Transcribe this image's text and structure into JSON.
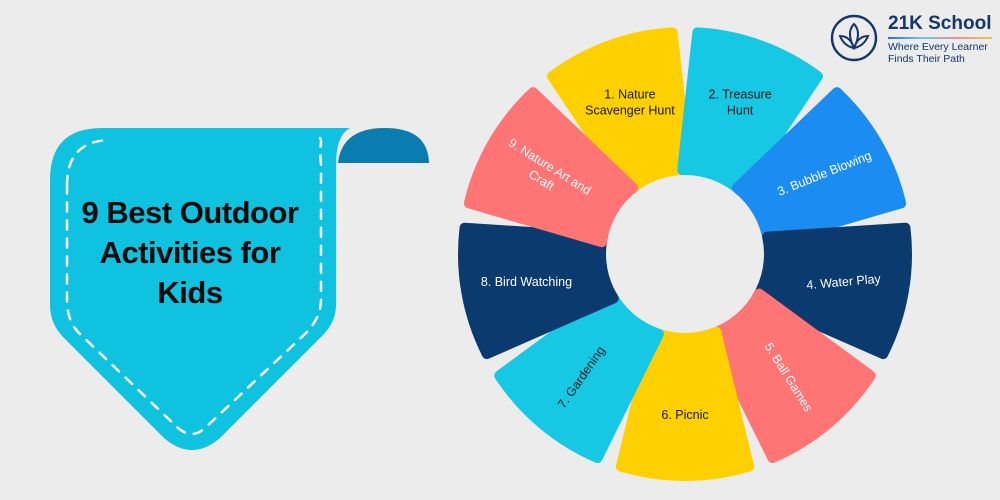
{
  "title": {
    "lines": [
      "9 Best Outdoor",
      "Activities for",
      "Kids"
    ]
  },
  "logo": {
    "name": "21K School",
    "tagline_lines": [
      "Where Every Learner",
      "Finds Their Path"
    ]
  },
  "colors": {
    "background": "#ececec",
    "banner": "#0fc2e0",
    "banner_flap": "#0a7cb0",
    "yellow": "#ffd000",
    "cyan": "#16c8e4",
    "blue": "#1a8cf2",
    "navy": "#0b3a6e",
    "coral": "#ff7474",
    "brand": "#15366a"
  },
  "activities": [
    {
      "label_lines": [
        "1. Nature",
        "Scavenger Hunt"
      ],
      "color": "#ffd000",
      "text_color": "#1a1a1a"
    },
    {
      "label_lines": [
        "2. Treasure",
        "Hunt"
      ],
      "color": "#16c8e4",
      "text_color": "#1a1a1a"
    },
    {
      "label_lines": [
        "3. Bubble Blowing"
      ],
      "color": "#1a8cf2",
      "text_color": "#ffffff"
    },
    {
      "label_lines": [
        "4. Water Play"
      ],
      "color": "#0b3a6e",
      "text_color": "#ffffff"
    },
    {
      "label_lines": [
        "5. Ball Games"
      ],
      "color": "#ff7474",
      "text_color": "#ffffff"
    },
    {
      "label_lines": [
        "6. Picnic"
      ],
      "color": "#ffd000",
      "text_color": "#1a1a1a"
    },
    {
      "label_lines": [
        "7. Gardening"
      ],
      "color": "#16c8e4",
      "text_color": "#1a1a1a"
    },
    {
      "label_lines": [
        "8. Bird Watching"
      ],
      "color": "#0b3a6e",
      "text_color": "#ffffff"
    },
    {
      "label_lines": [
        "9. Nature Art and",
        "Craft"
      ],
      "color": "#ff7474",
      "text_color": "#ffffff"
    }
  ]
}
